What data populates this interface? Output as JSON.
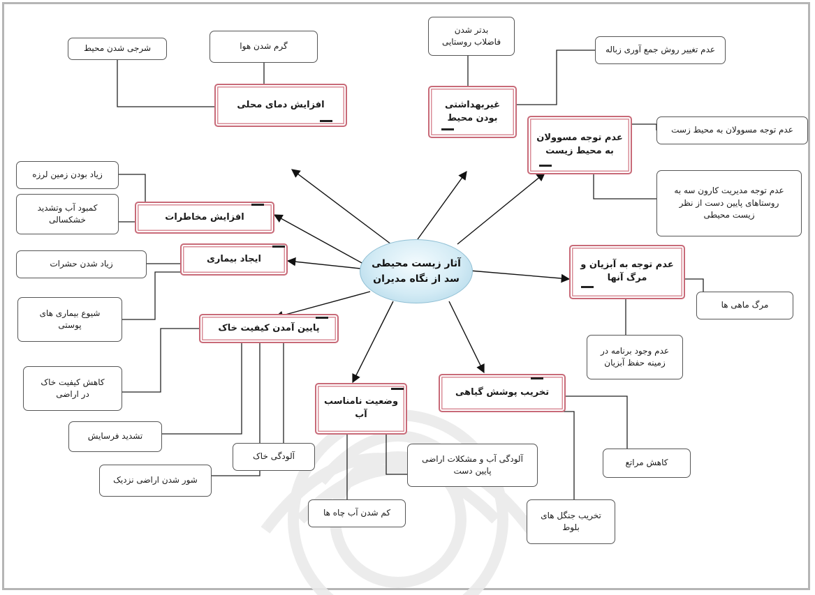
{
  "center": "آثار زیست محیطی\nسد از نگاه مدیران",
  "main_nodes": {
    "local_warming": "افزایش دمای محلی",
    "unsanitary": "غیربهداشتی\nبودن محیط",
    "officials_neglect": "عدم توجه مسوولان\nبه محیط زیست",
    "hazards": "افزایش مخاطرات",
    "disease": "ایجاد بیماری",
    "aquatic_neglect": "عدم توجه به آبزیان و\nمرگ آنها",
    "soil_quality": "پایین آمدن کیفیت خاک",
    "water_status": "وضعیت نامناسب\nآب",
    "vegetation": "تخریب پوشش گیاهی"
  },
  "sub_nodes": {
    "salinity": "شرجی شدن محیط",
    "air_warming": "گرم شدن هوا",
    "village_sewage": "بدتر شدن\nفاضلاب روستایی",
    "garbage": "عدم تغییر روش جمع آوری زباله",
    "officials_env": "عدم توجه مسوولان به محیط زست",
    "karun_mgmt": "عدم توجه مدیریت کارون سه به\nروستاهای پایین دست از نظر\nزیست محیطی",
    "earthquake": "زیاد بودن زمین لرزه",
    "drought": "کمبود آب وتشدید\nخشکسالی",
    "insects": "زیاد شدن حشرات",
    "skin_disease": "شیوع بیماری های\nپوستی",
    "fish_death": "مرگ ماهی ها",
    "no_program": "عدم وجود برنامه در\nزمینه حفظ آبزیان",
    "soil_decline": "کاهش کیفیت خاک\nدر اراضی",
    "erosion": "تشدید فرسایش",
    "soil_pollution": "آلودگی خاک",
    "salinization": "شور شدن اراضی نزدیک",
    "water_pollution": "آلودگی آب و مشکلات اراضی\nپایین دست",
    "wells": "کم شدن آب چاه ها",
    "pasture": "کاهش مراتع",
    "oak_forest": "تخریب جنگل های\nبلوط"
  },
  "colors": {
    "main_border": "#c86a78",
    "center_fill": "#d3ebf5",
    "frame": "#b5b5b5"
  }
}
